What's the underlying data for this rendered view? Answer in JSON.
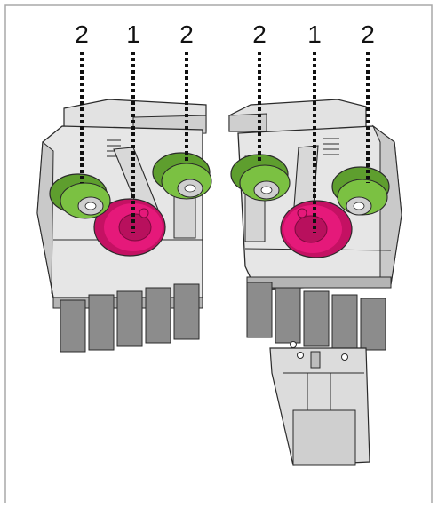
{
  "figure": {
    "colors": {
      "frame": "#a8a8a8",
      "body_light": "#e6e6e6",
      "body_mid": "#cfcfcf",
      "body_dark": "#b4b4b4",
      "outline": "#2a2a2a",
      "teeth": "#8c8c8c",
      "roller_pink": "#e5197a",
      "roller_green": "#7bc142",
      "leader": "#111111"
    },
    "callouts": [
      {
        "label": "2",
        "target": "left-outer-green-roller"
      },
      {
        "label": "1",
        "target": "left-pink-roller"
      },
      {
        "label": "2",
        "target": "left-inner-green-roller"
      },
      {
        "label": "2",
        "target": "right-inner-green-roller"
      },
      {
        "label": "1",
        "target": "right-pink-roller"
      },
      {
        "label": "2",
        "target": "right-outer-green-roller"
      }
    ]
  }
}
